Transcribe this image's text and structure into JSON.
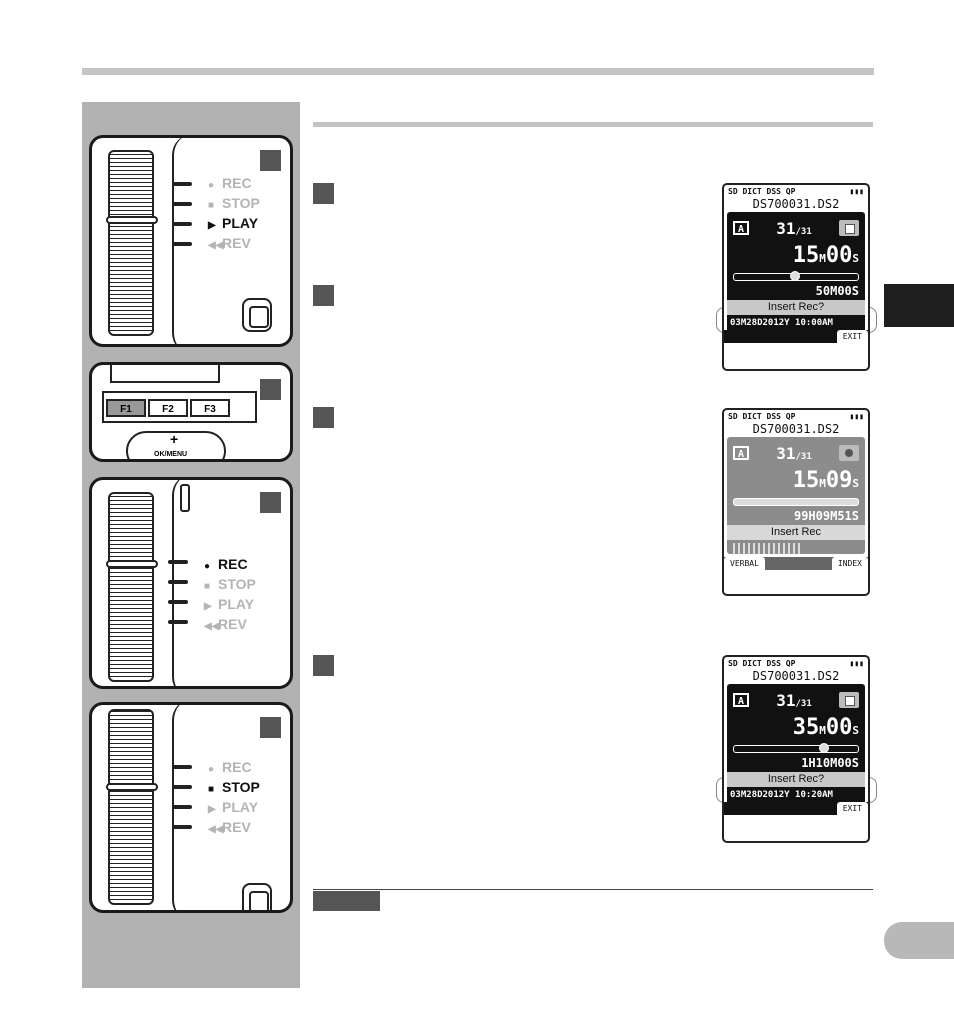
{
  "controls": {
    "rec": "REC",
    "stop": "STOP",
    "play": "PLAY",
    "rev": "REV"
  },
  "fkeys": {
    "f1": "F1",
    "f2": "F2",
    "f3": "F3",
    "plus": "+",
    "ok_menu": "OK/MENU"
  },
  "screens": [
    {
      "status": "SD DICT DSS QP",
      "file": "DS700031.DS2",
      "folder": "A",
      "count": "31",
      "total": "/31",
      "time_main": "15",
      "time_unit1": "M",
      "time_sec": "00",
      "time_unit2": "S",
      "progress": 0.48,
      "length": "50M00S",
      "highlight": "Insert Rec?",
      "date": "03M28D2012Y 10:00AM",
      "softkey_left": "",
      "softkey_right": "EXIT"
    },
    {
      "status": "SD DICT DSS QP",
      "file": "DS700031.DS2",
      "folder": "A",
      "count": "31",
      "total": "/31",
      "time_main": "15",
      "time_unit1": "M",
      "time_sec": "09",
      "time_unit2": "S",
      "progress": 1.0,
      "length": "99H09M51S",
      "highlight": "Insert Rec",
      "date": "",
      "softkey_left": "VERBAL",
      "softkey_right": "INDEX"
    },
    {
      "status": "SD DICT DSS QP",
      "file": "DS700031.DS2",
      "folder": "A",
      "count": "31",
      "total": "/31",
      "time_main": "35",
      "time_unit1": "M",
      "time_sec": "00",
      "time_unit2": "S",
      "progress": 0.72,
      "length": "1H10M00S",
      "highlight": "Insert Rec?",
      "date": "03M28D2012Y 10:20AM",
      "softkey_left": "",
      "softkey_right": "EXIT"
    }
  ]
}
